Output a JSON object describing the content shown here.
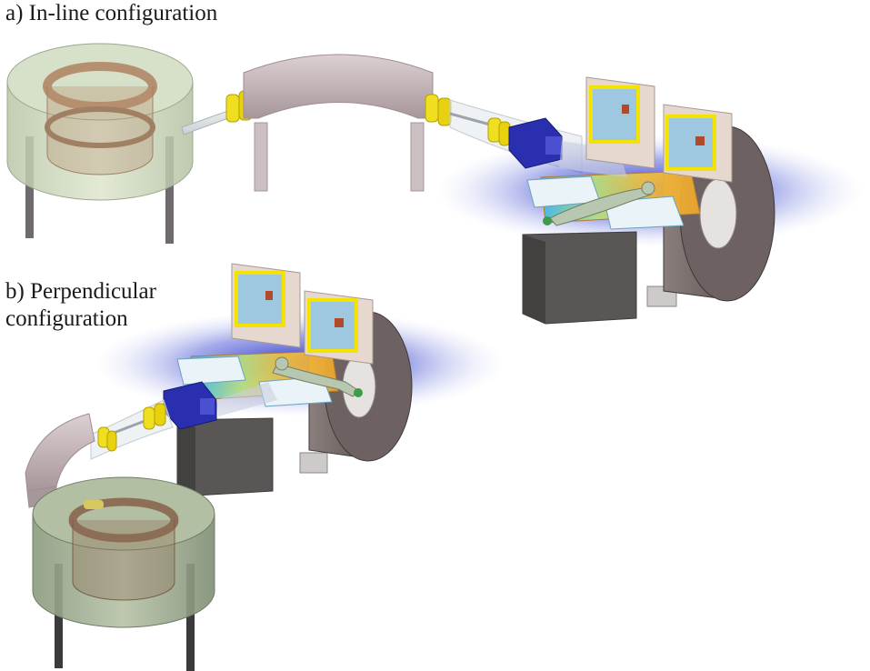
{
  "captions": {
    "inline": "a) In-line configuration",
    "perpendicular_line1": "b) Perpendicular",
    "perpendicular_line2": "configuration"
  },
  "colors": {
    "cyclotron_shell": "#c8d4b6",
    "cyclotron_coil": "#b59070",
    "beamline_pipe": "#d8dde0",
    "magnet": "#c9b7bc",
    "quadrupole": "#f0df20",
    "scanning_unit": "#2a2fb0",
    "mri_housing": "#e6d8ce",
    "mri_bore_dark": "#6d6261",
    "mri_base": "#5a5656",
    "field_glow": "#3a42c8",
    "screen_frame": "#f4e200",
    "screen_panel": "#9ec8e0",
    "patient": "#b8c8b0",
    "dose_hot": "#f3a72a"
  }
}
